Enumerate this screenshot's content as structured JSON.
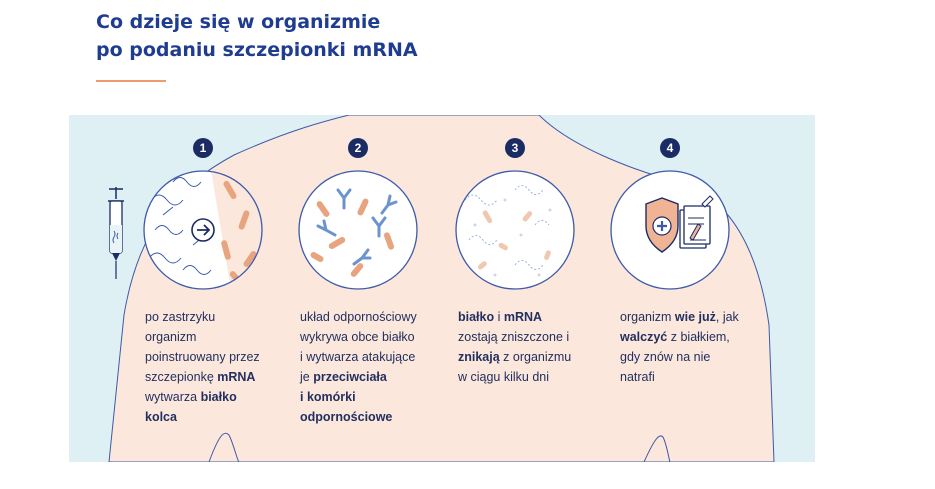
{
  "title": {
    "line1": "Co dzieje się w organizmie",
    "line2": "po podaniu szczepionki mRNA"
  },
  "colors": {
    "title": "#1f3c91",
    "accent": "#ee9b6f",
    "panel_bg": "#dff0f4",
    "body_fill": "#fbe7dc",
    "navy": "#1b2b64"
  },
  "icons": [
    "syringe-icon",
    "arrow-right-icon",
    "shield-plus-icon",
    "document-pen-icon"
  ],
  "steps": [
    {
      "number": "1",
      "lines": [
        [
          {
            "t": "po zastrzyku",
            "b": false
          }
        ],
        [
          {
            "t": "organizm",
            "b": false
          }
        ],
        [
          {
            "t": "poinstruowany przez",
            "b": false
          }
        ],
        [
          {
            "t": "szczepionkę ",
            "b": false
          },
          {
            "t": "mRNA",
            "b": true
          }
        ],
        [
          {
            "t": "wytwarza ",
            "b": false
          },
          {
            "t": "białko",
            "b": true
          }
        ],
        [
          {
            "t": "kolca",
            "b": true
          }
        ]
      ]
    },
    {
      "number": "2",
      "lines": [
        [
          {
            "t": "układ odpornościowy",
            "b": false
          }
        ],
        [
          {
            "t": "wykrywa obce białko",
            "b": false
          }
        ],
        [
          {
            "t": "i wytwarza atakujące",
            "b": false
          }
        ],
        [
          {
            "t": "je ",
            "b": false
          },
          {
            "t": "przeciwciała",
            "b": true
          }
        ],
        [
          {
            "t": "i komórki",
            "b": true
          }
        ],
        [
          {
            "t": "odpornościowe",
            "b": true
          }
        ]
      ]
    },
    {
      "number": "3",
      "lines": [
        [
          {
            "t": "białko",
            "b": true
          },
          {
            "t": " i ",
            "b": false
          },
          {
            "t": "mRNA",
            "b": true
          }
        ],
        [
          {
            "t": "zostają zniszczone i",
            "b": false
          }
        ],
        [
          {
            "t": "znikają",
            "b": true
          },
          {
            "t": " z organizmu",
            "b": false
          }
        ],
        [
          {
            "t": "w ciągu kilku dni",
            "b": false
          }
        ]
      ]
    },
    {
      "number": "4",
      "lines": [
        [
          {
            "t": "organizm ",
            "b": false
          },
          {
            "t": "wie już",
            "b": true
          },
          {
            "t": ", jak",
            "b": false
          }
        ],
        [
          {
            "t": "walczyć",
            "b": true
          },
          {
            "t": " z białkiem,",
            "b": false
          }
        ],
        [
          {
            "t": "gdy znów na nie",
            "b": false
          }
        ],
        [
          {
            "t": "natrafi",
            "b": false
          }
        ]
      ]
    }
  ]
}
